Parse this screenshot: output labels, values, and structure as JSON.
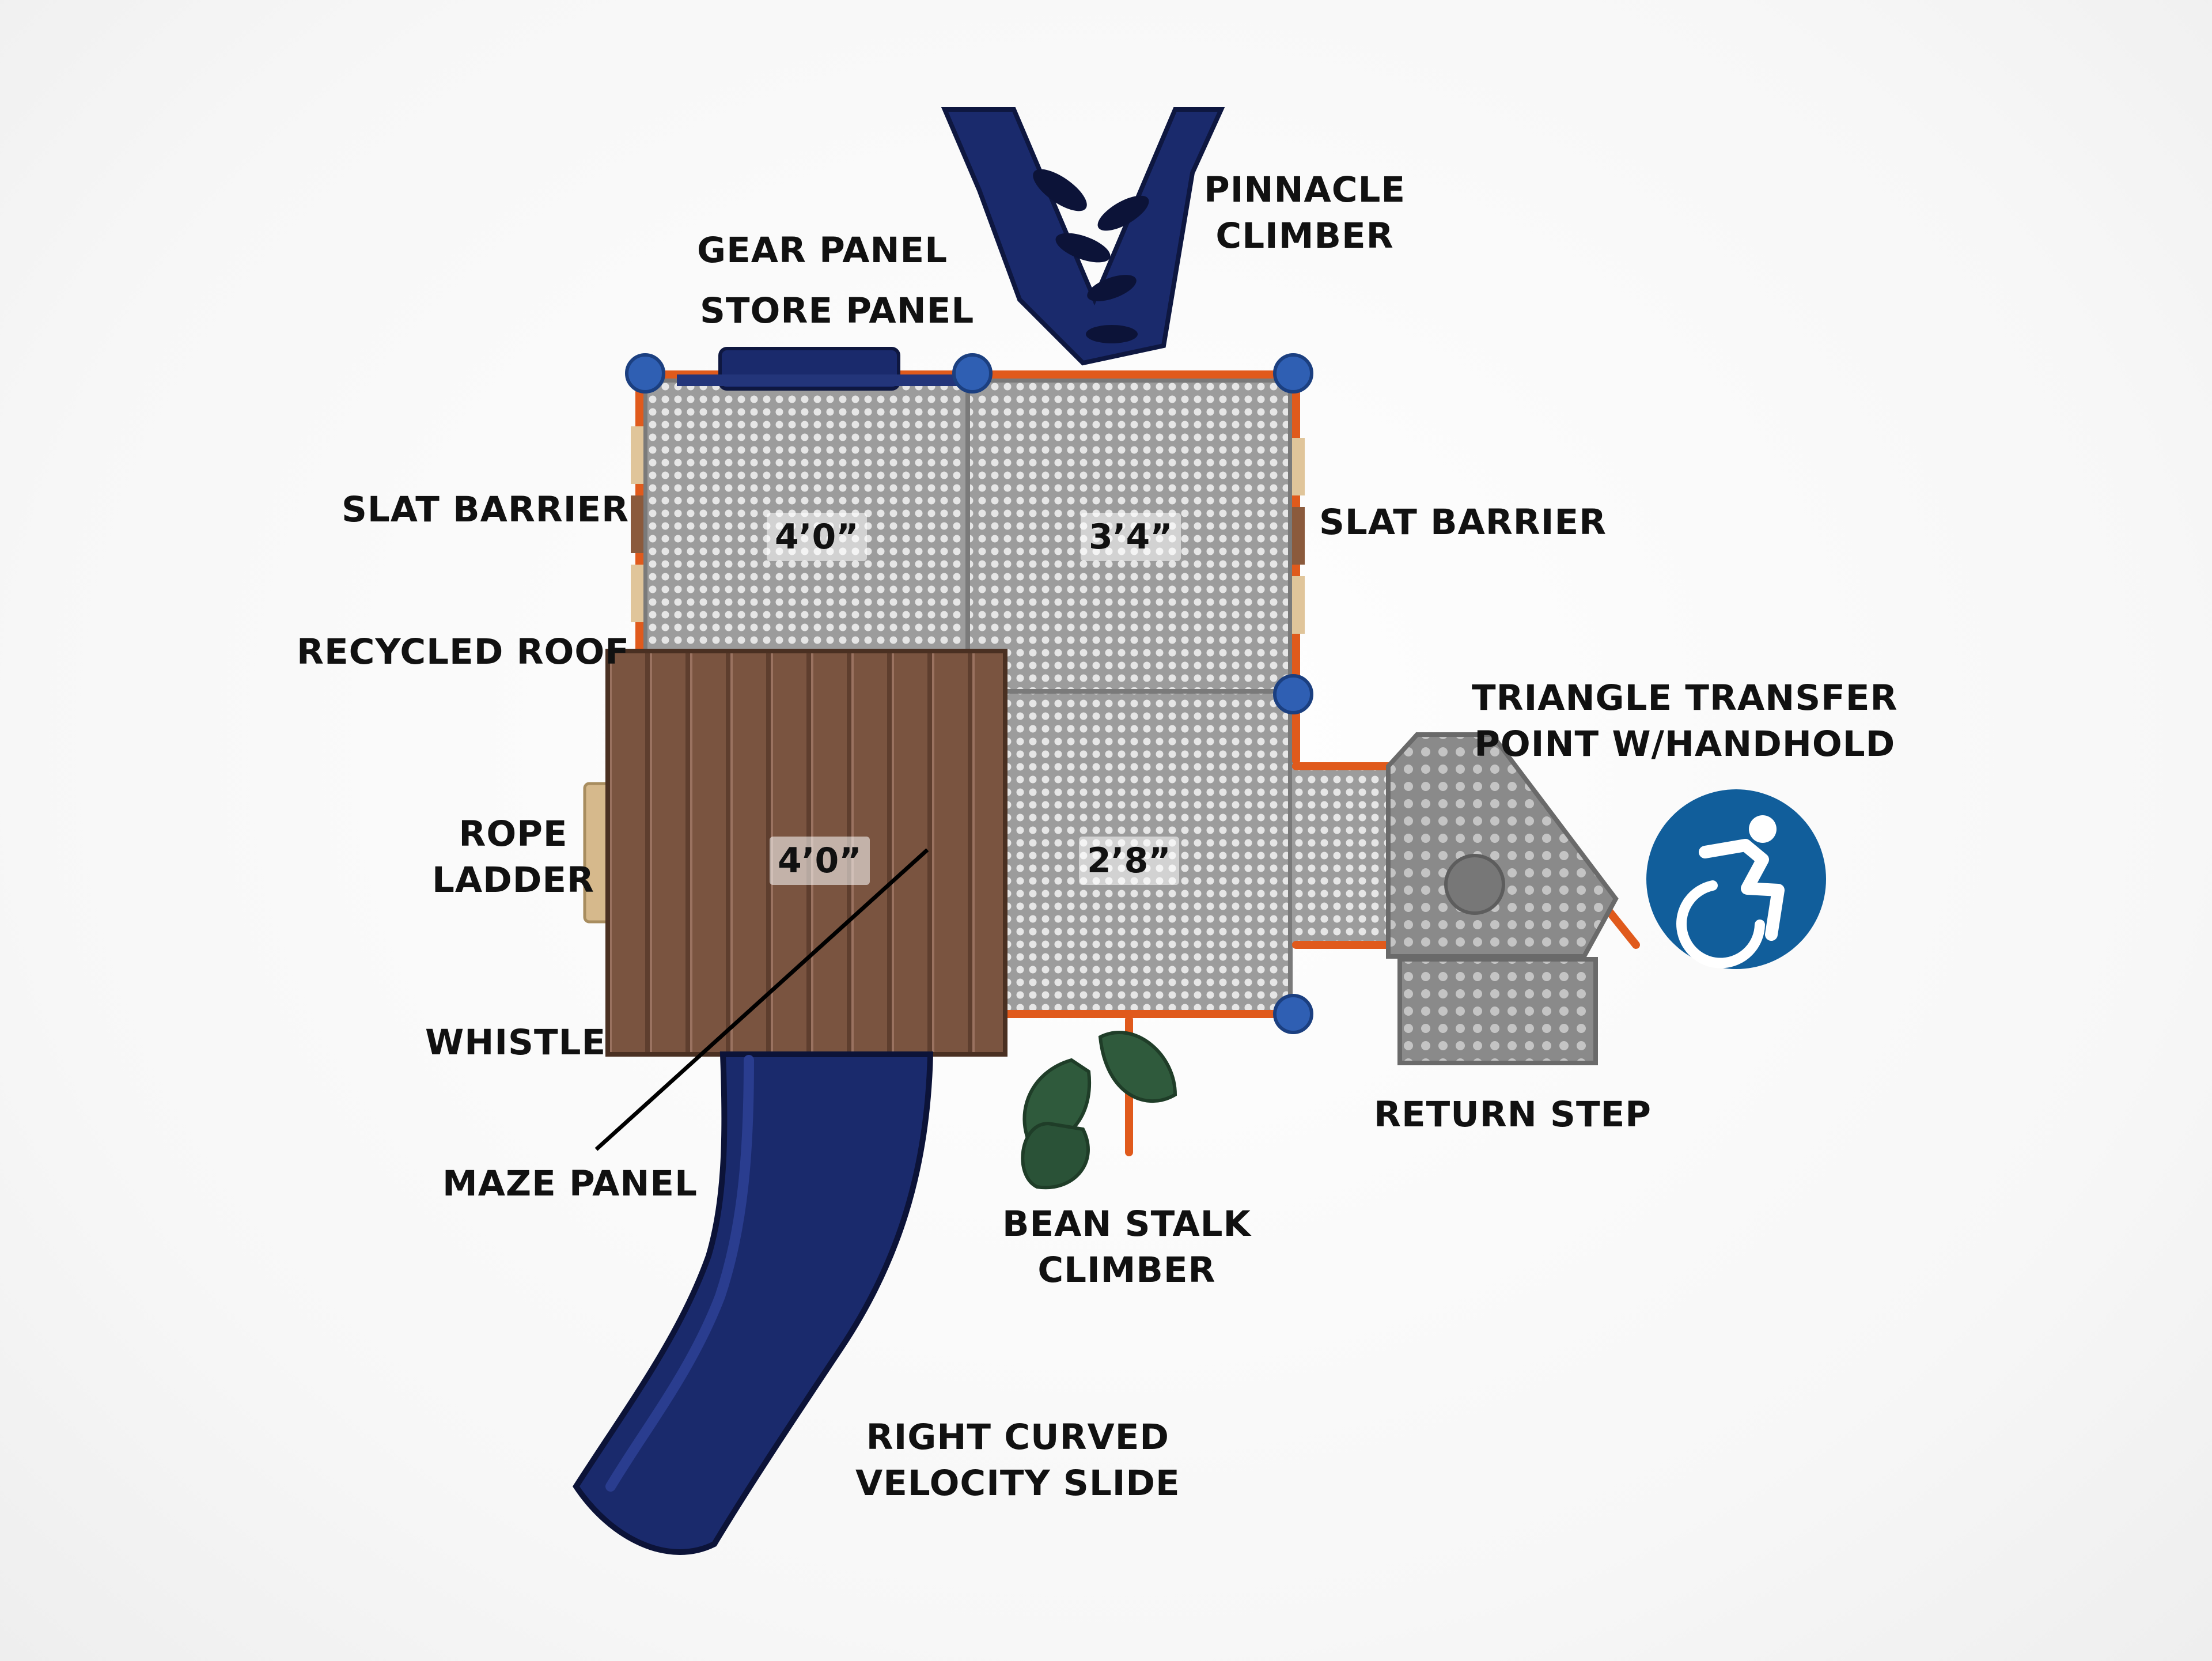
{
  "labels": {
    "pinnacle_climber": [
      "PINNACLE",
      "CLIMBER"
    ],
    "gear_panel": "GEAR PANEL",
    "store_panel": "STORE PANEL",
    "slat_barrier_left": "SLAT BARRIER",
    "slat_barrier_right": "SLAT BARRIER",
    "recycled_roof": "RECYCLED ROOF",
    "rope_ladder": [
      "ROPE",
      "LADDER"
    ],
    "whistle": "WHISTLE",
    "maze_panel": "MAZE PANEL",
    "triangle_transfer": [
      "TRIANGLE TRANSFER",
      "POINT W/HANDHOLD"
    ],
    "return_step": "RETURN STEP",
    "bean_stalk_climber": [
      "BEAN STALK",
      "CLIMBER"
    ],
    "right_curved_slide": [
      "RIGHT CURVED",
      "VELOCITY SLIDE"
    ]
  },
  "dimensions": {
    "deck_top_left": "4’0”",
    "deck_top_right": "3’4”",
    "deck_roof": "4’0”",
    "deck_bottom_right": "2’8”"
  },
  "icons": {
    "accessibility": "wheelchair-accessibility-icon"
  },
  "colors": {
    "navy": "#1a2a6c",
    "frame_orange": "#e05a1c",
    "post_blue": "#2f5fb3",
    "roof_brown": "#7a5440",
    "deck_gray": "#a9a9a9",
    "step_gray": "#8f8f8f",
    "leaf_green": "#2f5a3c",
    "access_blue": "#115e9b"
  }
}
